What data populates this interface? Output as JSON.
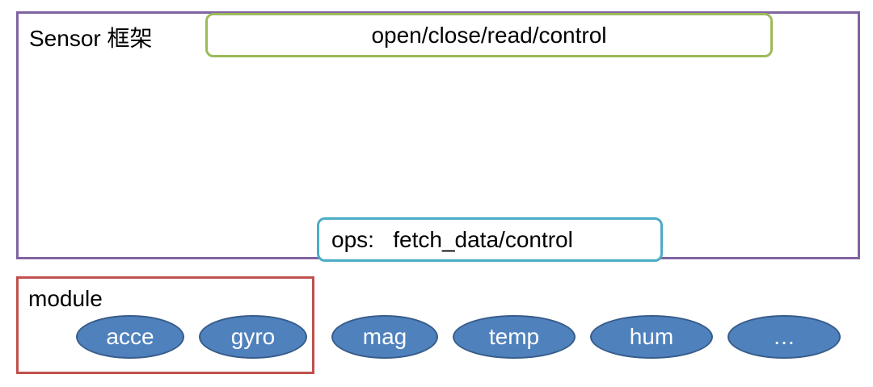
{
  "framework": {
    "label": "Sensor 框架",
    "api_text": "open/close/read/control",
    "ops_text": "ops:   fetch_data/control",
    "border_color": "#8064a2",
    "api_border_color": "#9bbb59",
    "ops_border_color": "#4bacc6"
  },
  "module": {
    "label": "module",
    "border_color": "#c0504d"
  },
  "sensors": [
    {
      "label": "acce"
    },
    {
      "label": "gyro"
    },
    {
      "label": "mag"
    },
    {
      "label": "temp"
    },
    {
      "label": "hum"
    },
    {
      "label": "…"
    }
  ],
  "sensor_fill_color": "#4f81bd"
}
